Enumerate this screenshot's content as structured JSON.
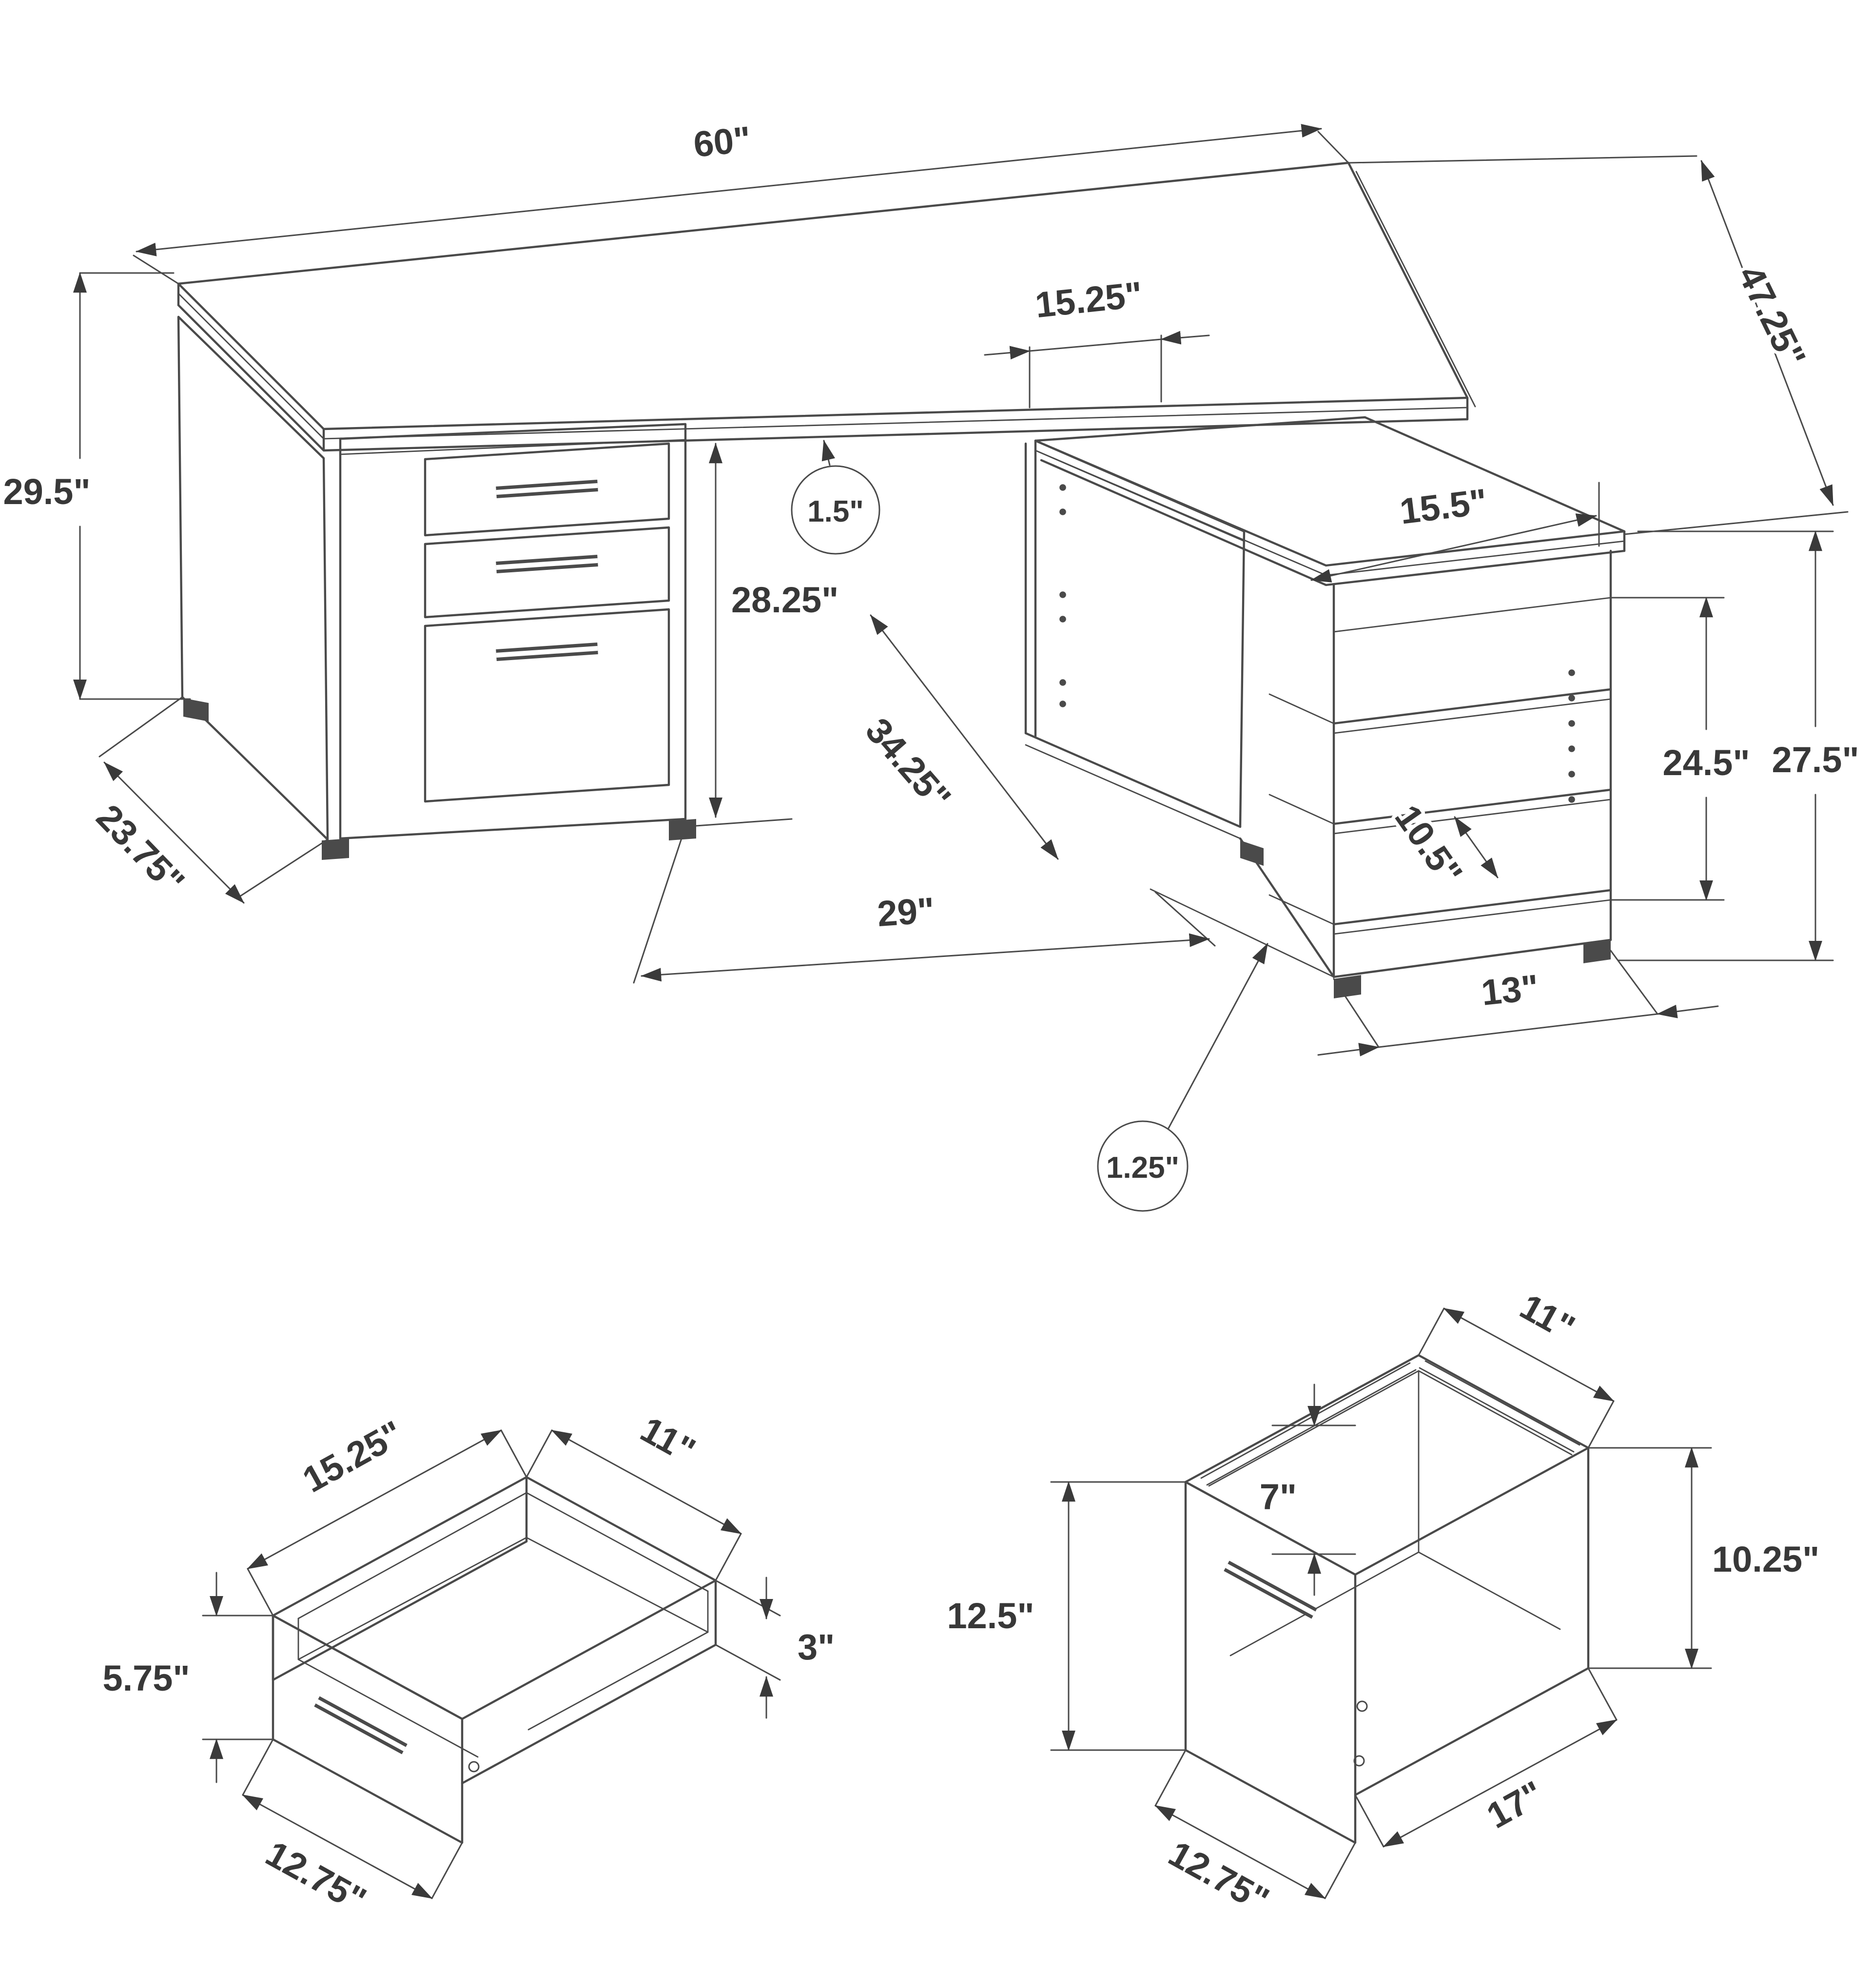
{
  "drawing": {
    "type": "furniture-dimension-diagram",
    "subject": "L-shaped corner computer desk with drawer pedestal and open shelf return",
    "colors": {
      "line": "#4a4a4a",
      "text": "#383838",
      "background": "#ffffff"
    },
    "top_view": {
      "width": "60\"",
      "depth": "47.25\"",
      "height": "29.5\"",
      "pedestal_depth": "23.75\"",
      "opening_width": "15.25\"",
      "top_thickness": "1.5\"",
      "knee_height": "28.25\"",
      "wing_diagonal": "34.25\"",
      "shelf_top_depth": "15.5\"",
      "shelf_interior_height": "24.5\"",
      "shelf_height": "27.5\"",
      "shelf_clearance": "10.5\"",
      "knee_width": "29\"",
      "panel_thickness": "1.25\"",
      "shelf_bottom_depth": "13\""
    },
    "drawer_view": {
      "width_top": "15.25\"",
      "depth": "11\"",
      "side_height": "3\"",
      "front_height": "5.75\"",
      "width_bottom": "12.75\""
    },
    "file_drawer_view": {
      "depth_top": "11\"",
      "rail_height": "7\"",
      "side_height": "10.25\"",
      "front_height": "12.5\"",
      "width_bottom": "12.75\"",
      "depth_bottom": "17\""
    }
  }
}
